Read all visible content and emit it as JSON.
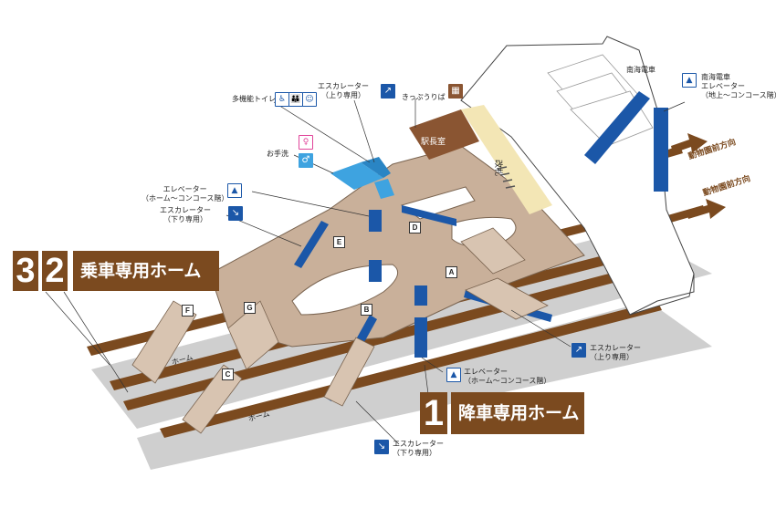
{
  "colors": {
    "track": "#7b4a1f",
    "platform": "#cfcfcf",
    "concourse": "#c9b09a",
    "escalator": "#1b57a8",
    "office": "#8a5532",
    "gate": "#f3e6b5",
    "wc": "#3ea3e0"
  },
  "facilities": {
    "multi_toilet": "多機能トイレ",
    "escalator_up": "エスカレーター",
    "escalator_up_note": "（上り専用）",
    "ticket": "きっぷうりば",
    "restroom": "お手洗",
    "elevator": "エレベーター",
    "elevator_note": "（ホーム〜コンコース階）",
    "escalator_down": "エスカレーター",
    "escalator_down_note": "（下り専用）",
    "station_office": "駅長室",
    "gate": "改札"
  },
  "nankai": {
    "line_label": "南海電車",
    "elevator": "南海電車",
    "elevator_line2": "エレベーター",
    "elevator_line3": "（地上〜コンコース階）"
  },
  "directions": {
    "zoo_1": "動物園前方向",
    "zoo_2": "動物園前方向"
  },
  "platforms": {
    "boarding_num_3": "3",
    "boarding_num_2": "2",
    "boarding_title": "乗車専用ホーム",
    "alighting_num": "1",
    "alighting_title": "降車専用ホーム",
    "home_label_1": "ホーム",
    "home_label_2": "ホーム"
  },
  "lower_labels": {
    "escalator_up": "エスカレーター",
    "escalator_up_note": "（上り専用）",
    "elevator": "エレベーター",
    "elevator_note": "（ホーム〜コンコース階）",
    "escalator_down": "エスカレーター",
    "escalator_down_note": "（下り専用）"
  },
  "stair_tags": [
    "A",
    "B",
    "C",
    "D",
    "E",
    "F",
    "G"
  ],
  "icons": {
    "accessible": "accessible-icon",
    "escalator": "escalator-icon",
    "ticket": "ticket-icon",
    "female": "female-restroom-icon",
    "male": "male-restroom-icon",
    "elevator": "elevator-icon",
    "arrow": "direction-arrow-icon"
  }
}
